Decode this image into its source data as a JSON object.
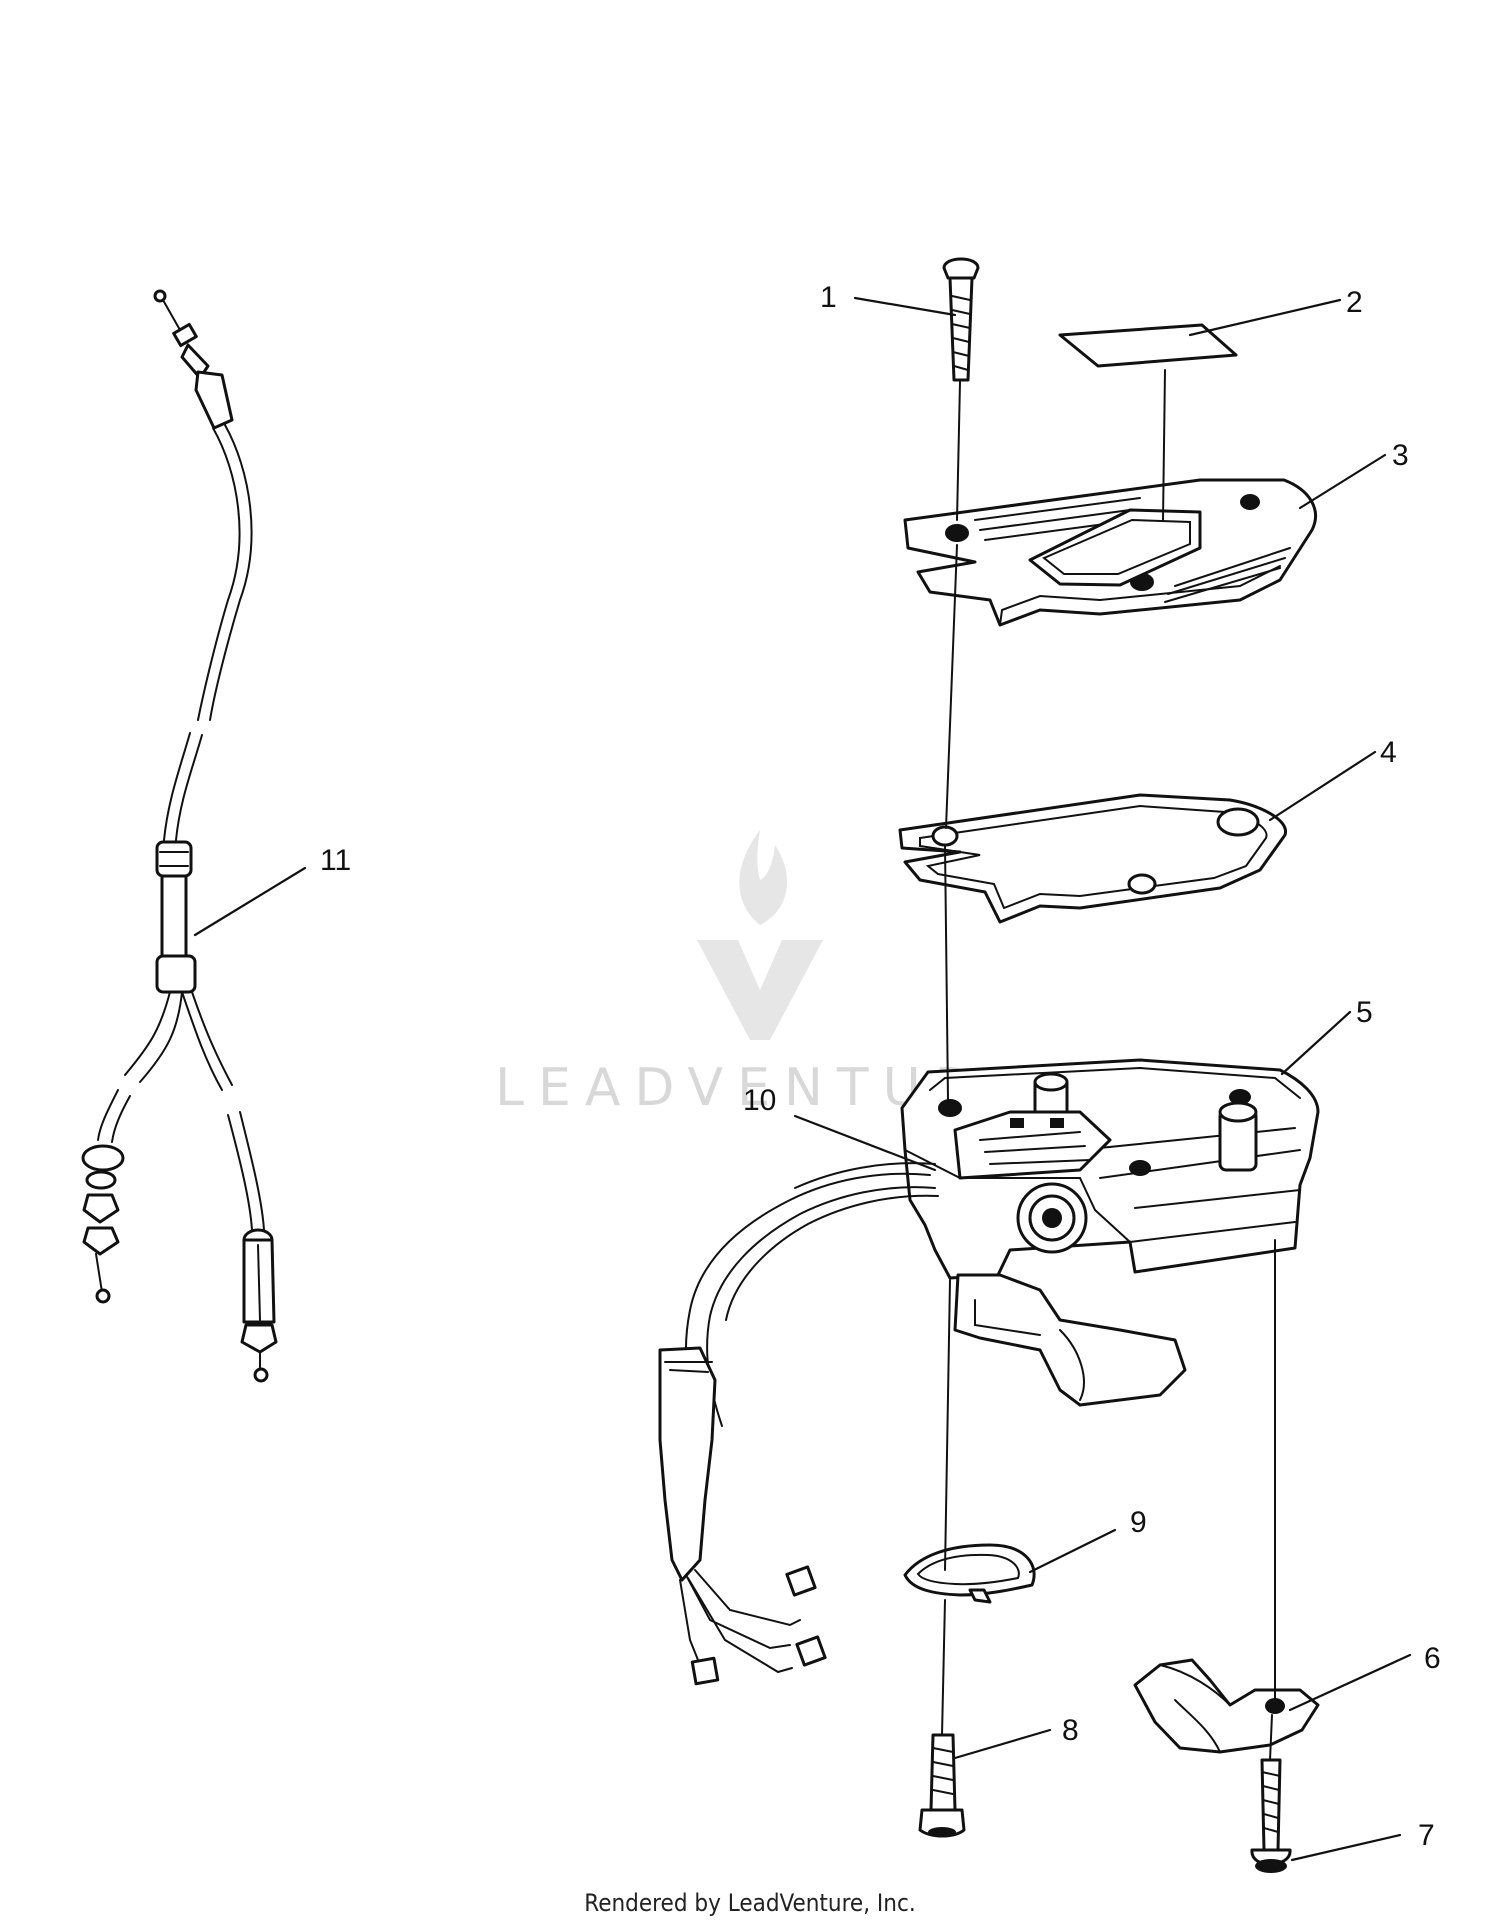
{
  "diagram": {
    "callouts": {
      "c1": "1",
      "c2": "2",
      "c3": "3",
      "c4": "4",
      "c5": "5",
      "c6": "6",
      "c7": "7",
      "c8": "8",
      "c9": "9",
      "c10": "10",
      "c11": "11"
    },
    "watermark": {
      "text": "LEADVENTURE"
    },
    "colors": {
      "line": "#111111",
      "background": "#ffffff",
      "watermark": "#d8d8d8"
    }
  },
  "footer": {
    "credit": "Rendered by LeadVenture, Inc."
  }
}
